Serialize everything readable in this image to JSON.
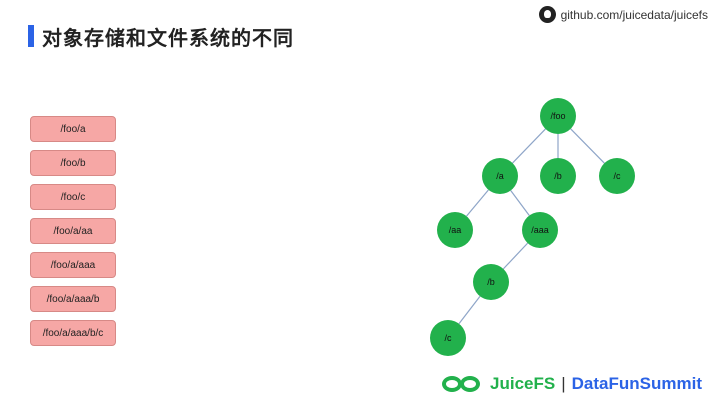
{
  "header": {
    "title": "对象存储和文件系统的不同",
    "github": "github.com/juicedata/juicefs"
  },
  "objects": [
    "/foo/a",
    "/foo/b",
    "/foo/c",
    "/foo/a/aa",
    "/foo/a/aaa",
    "/foo/a/aaa/b",
    "/foo/a/aaa/b/c"
  ],
  "tree": {
    "nodes": [
      {
        "id": "foo",
        "label": "/foo"
      },
      {
        "id": "a",
        "label": "/a"
      },
      {
        "id": "b",
        "label": "/b"
      },
      {
        "id": "c",
        "label": "/c"
      },
      {
        "id": "aa",
        "label": "/aa"
      },
      {
        "id": "aaa",
        "label": "/aaa"
      },
      {
        "id": "b2",
        "label": "/b"
      },
      {
        "id": "c2",
        "label": "/c"
      }
    ],
    "edges": [
      [
        "foo",
        "a"
      ],
      [
        "foo",
        "b"
      ],
      [
        "foo",
        "c"
      ],
      [
        "a",
        "aa"
      ],
      [
        "a",
        "aaa"
      ],
      [
        "aaa",
        "b2"
      ],
      [
        "b2",
        "c2"
      ]
    ],
    "color": "#22b14c"
  },
  "footer": {
    "brand": "JuiceFS",
    "separator": "|",
    "event": "DataFunSummit"
  }
}
